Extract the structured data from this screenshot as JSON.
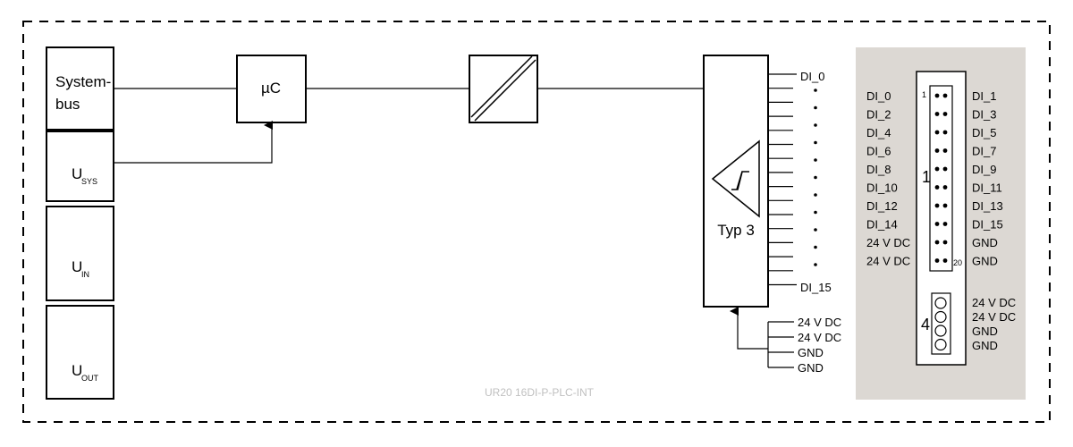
{
  "system_column": {
    "systembus_line1": "System-",
    "systembus_line2": "bus",
    "usys_main": "U",
    "usys_sub": "SYS",
    "uin_main": "U",
    "uin_sub": "IN",
    "uout_main": "U",
    "uout_sub": "OUT"
  },
  "microcontroller": {
    "label": "µC"
  },
  "input_block": {
    "label": "Typ 3",
    "top_output": "DI_0",
    "bottom_output": "DI_15",
    "supply_labels": [
      "24 V DC",
      "24 V DC",
      "GND",
      "GND"
    ]
  },
  "model_label": "UR20 16DI-P-PLC-INT",
  "connector_panel": {
    "left_labels": [
      "DI_0",
      "DI_2",
      "DI_4",
      "DI_6",
      "DI_8",
      "DI_10",
      "DI_12",
      "DI_14",
      "24 V DC",
      "24 V DC"
    ],
    "right_labels": [
      "DI_1",
      "DI_3",
      "DI_5",
      "DI_7",
      "DI_9",
      "DI_11",
      "DI_13",
      "DI_15",
      "GND",
      "GND"
    ],
    "connector_number": "1",
    "pin_first": "1",
    "pin_last": "20",
    "power_connector_number": "4",
    "power_labels": [
      "24 V DC",
      "24 V DC",
      "GND",
      "GND"
    ]
  },
  "colors": {
    "panel_background": "#dcd8d3",
    "model_label": "#c0c0c0",
    "line": "#000000"
  }
}
